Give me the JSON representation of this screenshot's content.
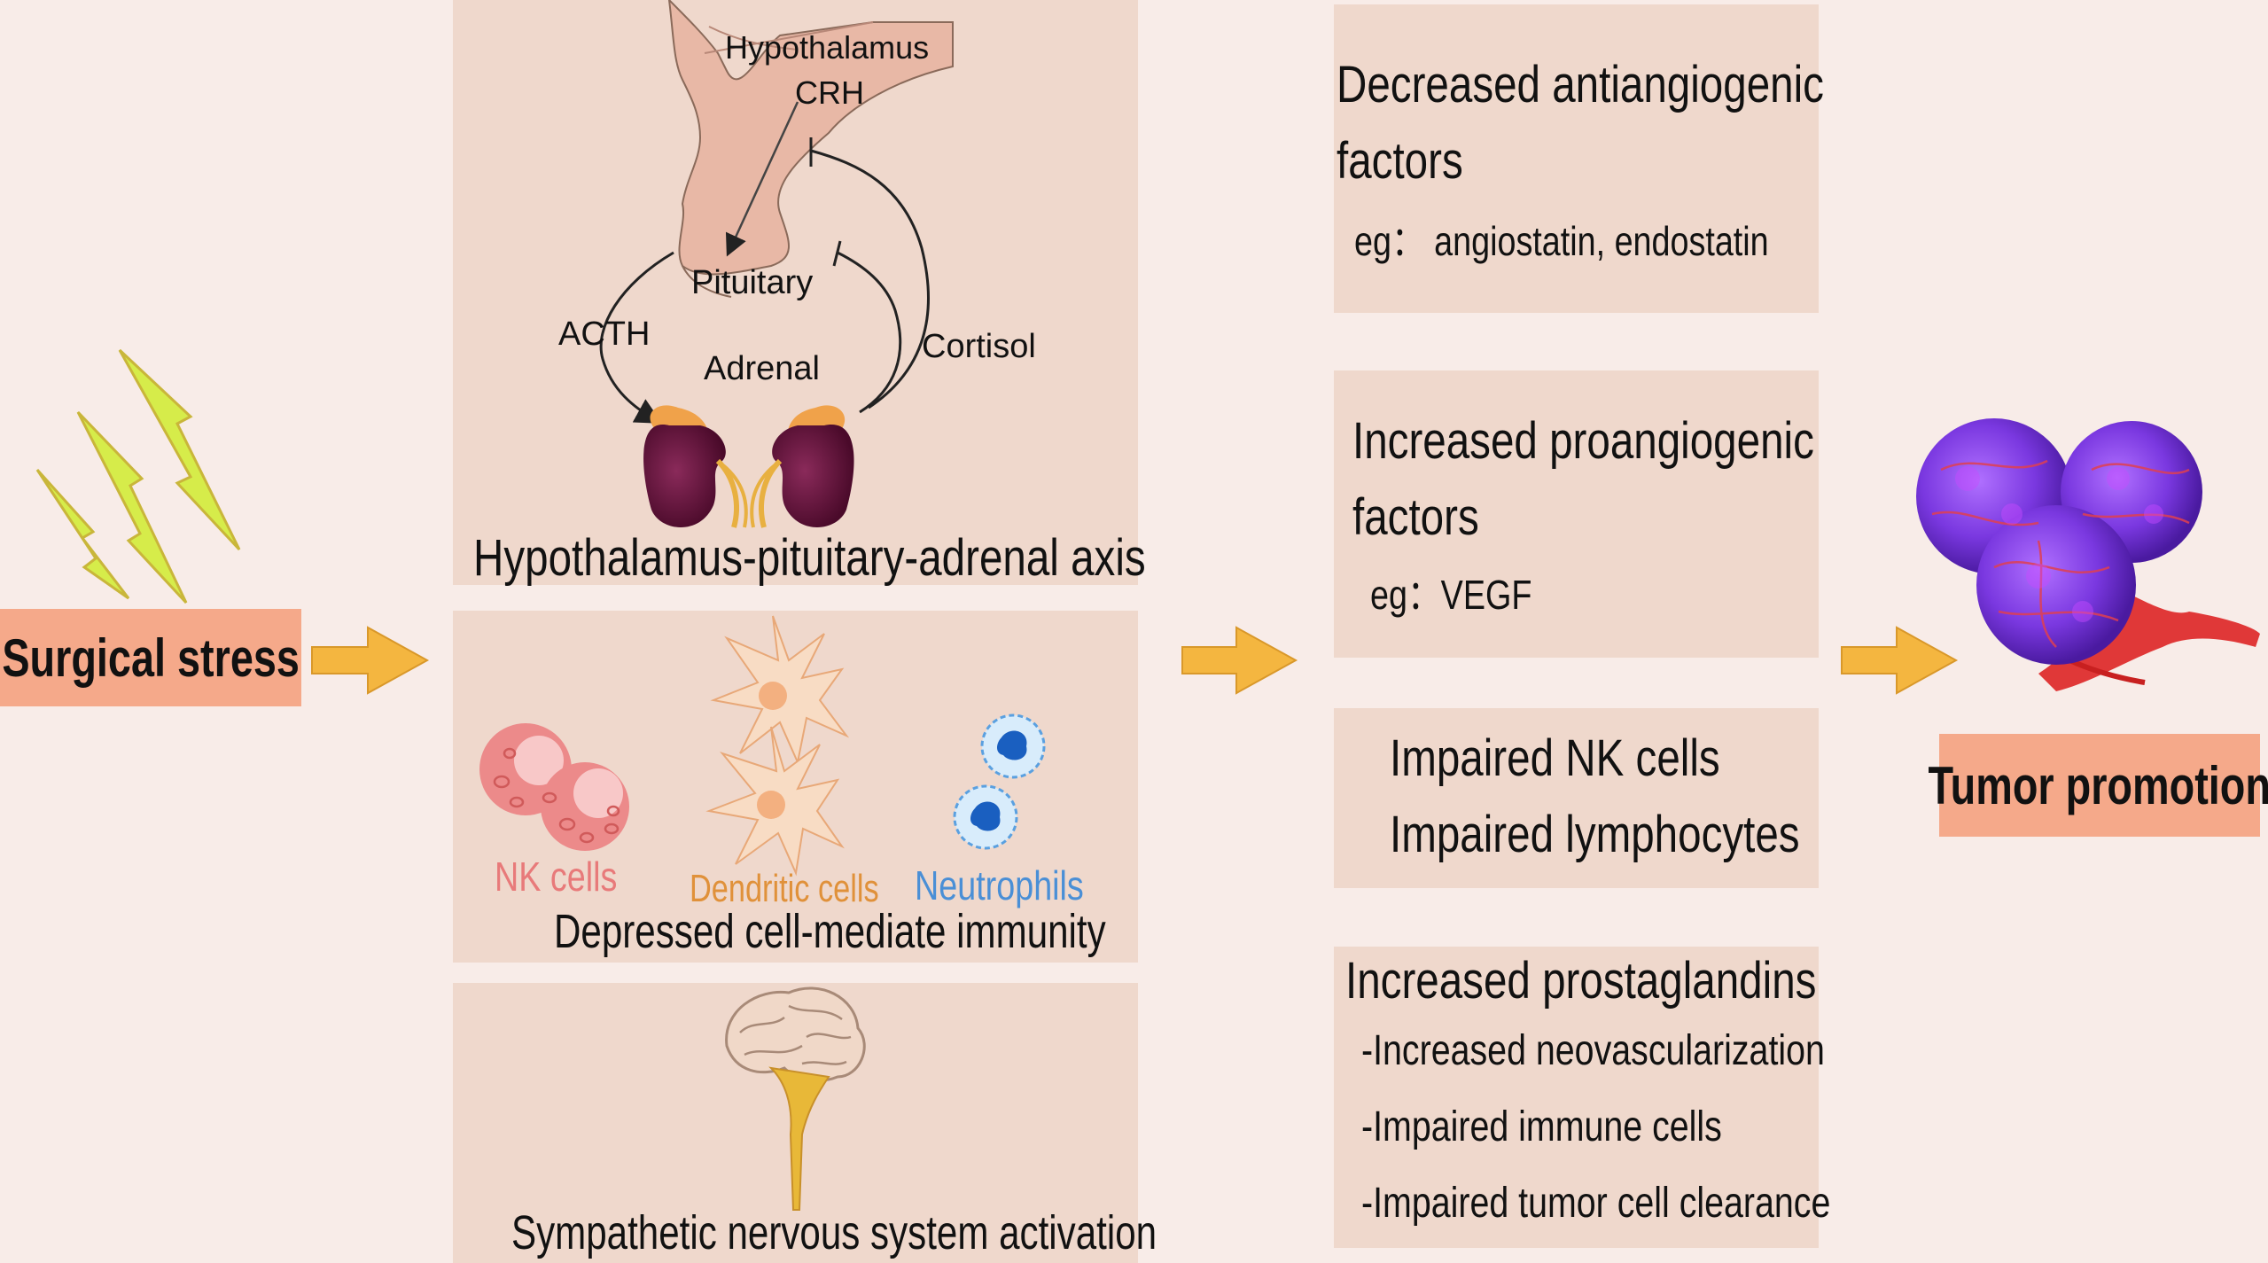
{
  "input": {
    "label": "Surgical stress"
  },
  "output": {
    "label": "Tumor promotion"
  },
  "hpa": {
    "title": "Hypothalamus-pituitary-adrenal axis",
    "hypothalamus": "Hypothalamus",
    "crh": "CRH",
    "pituitary": "Pituitary",
    "acth": "ACTH",
    "adrenal": "Adrenal",
    "cortisol": "Cortisol"
  },
  "immunity": {
    "title": "Depressed cell-mediate immunity",
    "nk": "NK cells",
    "dendritic": "Dendritic cells",
    "neutrophils": "Neutrophils"
  },
  "sympathetic": {
    "title": "Sympathetic nervous system activation"
  },
  "effects": {
    "anti": {
      "line1": "Decreased antiangiogenic",
      "line2": "factors",
      "eg": "eg： angiostatin, endostatin"
    },
    "pro": {
      "line1": "Increased proangiogenic",
      "line2": "factors",
      "eg": "eg：VEGF"
    },
    "immune": {
      "line1": "Impaired NK cells",
      "line2": "Impaired lymphocytes"
    },
    "prosta": {
      "title": "Increased prostaglandins",
      "items": [
        "-Increased neovascularization",
        "-Impaired immune cells",
        "-Impaired tumor cell clearance"
      ]
    }
  },
  "colors": {
    "arrow": "#f4b640",
    "label_box": "#f5a98a",
    "panel": "#efd8cc",
    "nk": "#e87a7a",
    "dendritic": "#e0913a",
    "neutrophil": "#4a8fd6"
  }
}
